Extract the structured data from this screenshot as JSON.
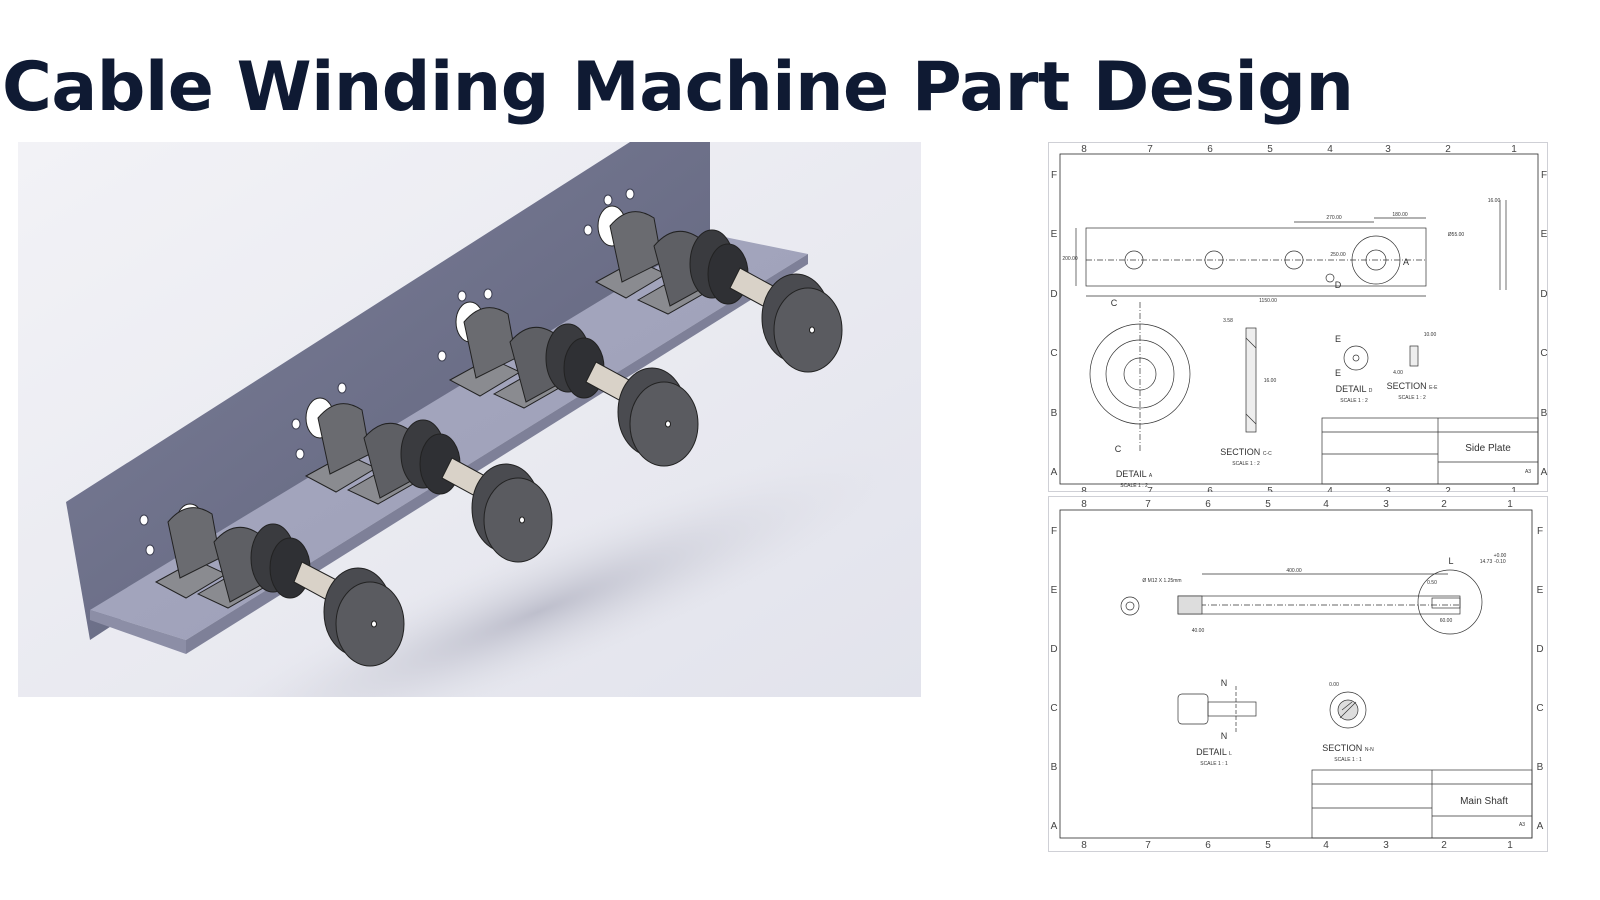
{
  "slide": {
    "title": "Cable Winding Machine Part Design"
  },
  "drawings": [
    {
      "name": "Side Plate",
      "size": "A3",
      "cols": [
        "8",
        "7",
        "6",
        "5",
        "4",
        "3",
        "2",
        "1"
      ],
      "rows": [
        "F",
        "E",
        "D",
        "C",
        "B",
        "A"
      ],
      "dimensions": [
        "270.00",
        "180.00",
        "16.00",
        "250.00",
        "200.00",
        "1150.00",
        "Ø55.00",
        "3.58",
        "16.00",
        "10.00",
        "4.00"
      ],
      "views": [
        {
          "label": "DETAIL",
          "tag": "A",
          "scale": "SCALE 1 : 2"
        },
        {
          "label": "SECTION",
          "tag": "C-C",
          "scale": "SCALE 1 : 2"
        },
        {
          "label": "DETAIL",
          "tag": "D",
          "scale": "SCALE 1 : 2"
        },
        {
          "label": "SECTION",
          "tag": "E-E",
          "scale": "SCALE 1 : 2"
        }
      ],
      "markers": [
        "A",
        "C",
        "C",
        "D",
        "E",
        "E"
      ]
    },
    {
      "name": "Main Shaft",
      "size": "A3",
      "cols": [
        "8",
        "7",
        "6",
        "5",
        "4",
        "3",
        "2",
        "1"
      ],
      "rows": [
        "F",
        "E",
        "D",
        "C",
        "B",
        "A"
      ],
      "dimensions": [
        "400.00",
        "Ø M12 X 1.25mm",
        "40.00",
        "60.00",
        "0.50",
        "14.73",
        "+0.00",
        "-0.10",
        "0.00"
      ],
      "views": [
        {
          "label": "DETAIL",
          "tag": "L",
          "scale": "SCALE 1 : 1"
        },
        {
          "label": "SECTION",
          "tag": "N-N",
          "scale": "SCALE 1 : 1"
        }
      ],
      "markers": [
        "L",
        "N",
        "N"
      ]
    }
  ]
}
